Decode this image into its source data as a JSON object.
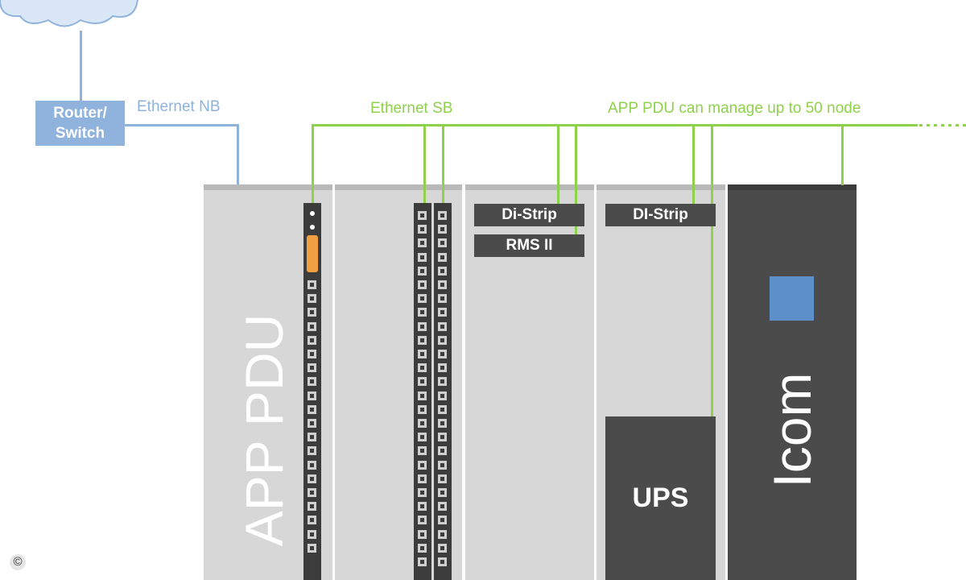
{
  "router": {
    "line1": "Router/",
    "line2": "Switch"
  },
  "labels": {
    "ethernet_nb": "Ethernet NB",
    "ethernet_sb": "Ethernet SB",
    "manage": "APP PDU can manage up to 50 node"
  },
  "rack1": {
    "title": "APP PDU"
  },
  "devices": {
    "di_strip_1": "Di-Strip",
    "rms": "RMS II",
    "di_strip_2": "DI-Strip",
    "ups": "UPS",
    "icom": "Icom"
  },
  "copyright": "©",
  "colors": {
    "ethernet_nb": "#8fb3dc",
    "ethernet_sb": "#8ed14a",
    "rack": "#d7d7d7",
    "device": "#4b4b4b",
    "accent": "#f0a040"
  }
}
